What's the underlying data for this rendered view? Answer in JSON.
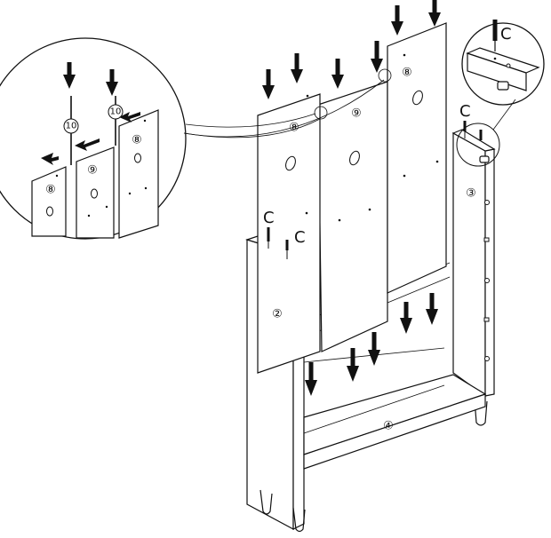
{
  "parts": {
    "p2": "②",
    "p3": "③",
    "p4": "④",
    "p8": "⑧",
    "p9": "⑨",
    "p10": "10"
  },
  "fastener": {
    "c": "C"
  }
}
